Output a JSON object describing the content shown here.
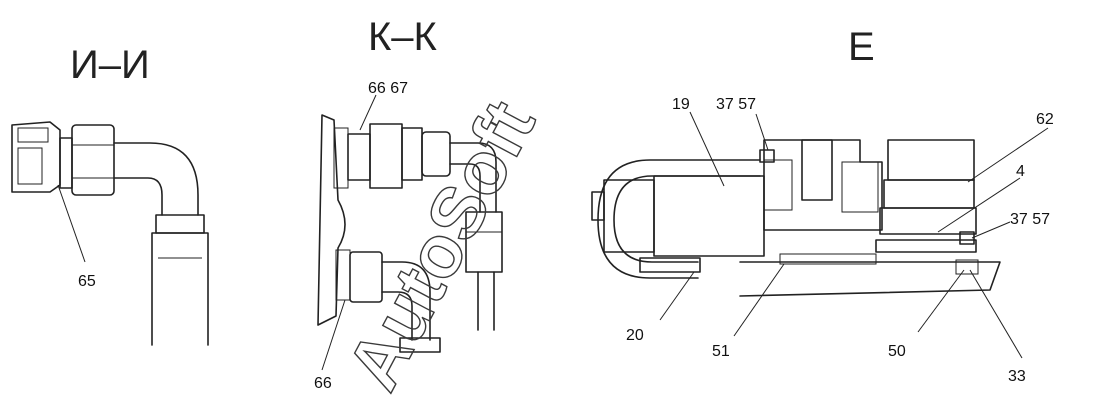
{
  "watermark": "AutoSoft",
  "views": {
    "ii": {
      "title": "И–И",
      "labels": [
        "65"
      ]
    },
    "kk": {
      "title": "К–К",
      "labels": [
        "66 67",
        "66"
      ]
    },
    "e": {
      "title": "Е",
      "labels": [
        "19",
        "37 57",
        "62",
        "4",
        "37 57",
        "20",
        "51",
        "50",
        "33"
      ]
    }
  }
}
